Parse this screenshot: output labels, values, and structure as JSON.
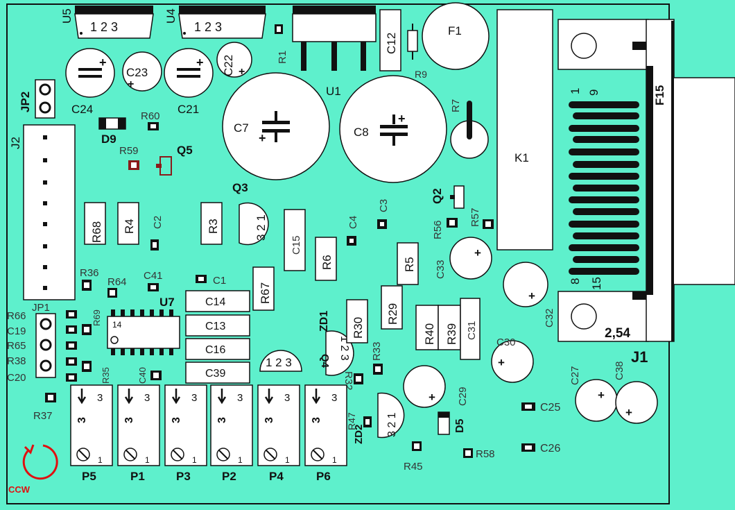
{
  "colors": {
    "board": "#5ef0cc",
    "ink": "#111111",
    "white": "#ffffff",
    "red": "#e01010",
    "dark_red": "#8b1a1a"
  },
  "labels": {
    "U5": "U5",
    "U4": "U4",
    "pins_123": "1 2 3",
    "R1": "R1",
    "C12": "C12",
    "F1": "F1",
    "R9": "R9",
    "U1": "U1",
    "C23": "C23",
    "C22": "C22",
    "C24": "C24",
    "C21": "C21",
    "JP2": "JP2",
    "J2": "J2",
    "D9": "D9",
    "R60": "R60",
    "R59": "R59",
    "Q5": "Q5",
    "C7": "C7",
    "C8": "C8",
    "R7": "R7",
    "K1": "K1",
    "Q3": "Q3",
    "Q2": "Q2",
    "R68": "R68",
    "R4": "R4",
    "C2": "C2",
    "R3": "R3",
    "C15": "C15",
    "C3": "C3",
    "C4": "C4",
    "R6": "R6",
    "R56": "R56",
    "R57": "R57",
    "C33": "C33",
    "R5": "R5",
    "R67": "R67",
    "R36": "R36",
    "R64": "R64",
    "C41": "C41",
    "C1": "C1",
    "U7": "U7",
    "C14": "C14",
    "C13": "C13",
    "C16": "C16",
    "C39": "C39",
    "JP1": "JP1",
    "R66": "R66",
    "C19": "C19",
    "R65": "R65",
    "R38": "R38",
    "C20": "C20",
    "R69": "R69",
    "R35": "R35",
    "C40": "C40",
    "R37": "R37",
    "pin14": "14",
    "ZD1": "ZD1",
    "R30": "R30",
    "R29": "R29",
    "R33": "R33",
    "R32": "R32",
    "Q4": "Q4",
    "R40": "R40",
    "R39": "R39",
    "C31": "C31",
    "C32": "C32",
    "C30": "C30",
    "C29": "C29",
    "D5": "D5",
    "R47": "R47",
    "ZD2": "ZD2",
    "R45": "R45",
    "R58": "R58",
    "C25": "C25",
    "C26": "C26",
    "C27": "C27",
    "C38": "C38",
    "J1": "J1",
    "F15": "F15",
    "pin1": "1",
    "pin9": "9",
    "pin8": "8",
    "pin15": "15",
    "pitch": "2,54",
    "P5": "P5",
    "P1": "P1",
    "P3": "P3",
    "P2": "P2",
    "P4": "P4",
    "P6": "P6",
    "pot3": "3",
    "pot1": "1",
    "q_pins": "3 2 1",
    "q_pins_rev": "1 2 3",
    "CCW": "CCW"
  }
}
